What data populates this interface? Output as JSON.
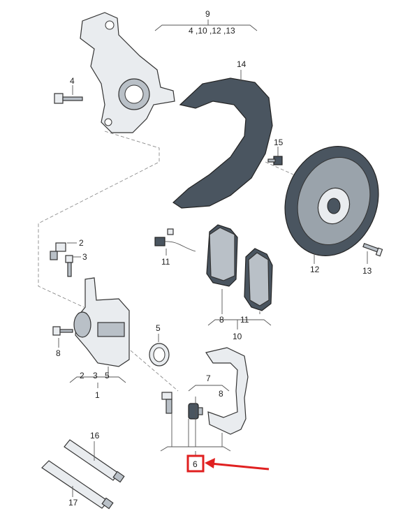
{
  "labels": {
    "l1": "1",
    "l2a": "2",
    "l3a": "3",
    "l5a": "5",
    "l2b": "2",
    "l3b": "3",
    "l5b": "5",
    "l4": "4",
    "l6": "6",
    "l7": "7",
    "l8a": "8",
    "l8b": "8",
    "l8c": "8",
    "l9": "9",
    "l9sub": "4 ,10 ,12 ,13",
    "l10": "10",
    "l11a": "11",
    "l11b": "11",
    "l12": "12",
    "l13": "13",
    "l14": "14",
    "l15": "15",
    "l16": "16",
    "l17": "17"
  },
  "colors": {
    "highlight": "#e02020",
    "part_dark": "#4a5560",
    "part_light": "#e9ecef"
  }
}
